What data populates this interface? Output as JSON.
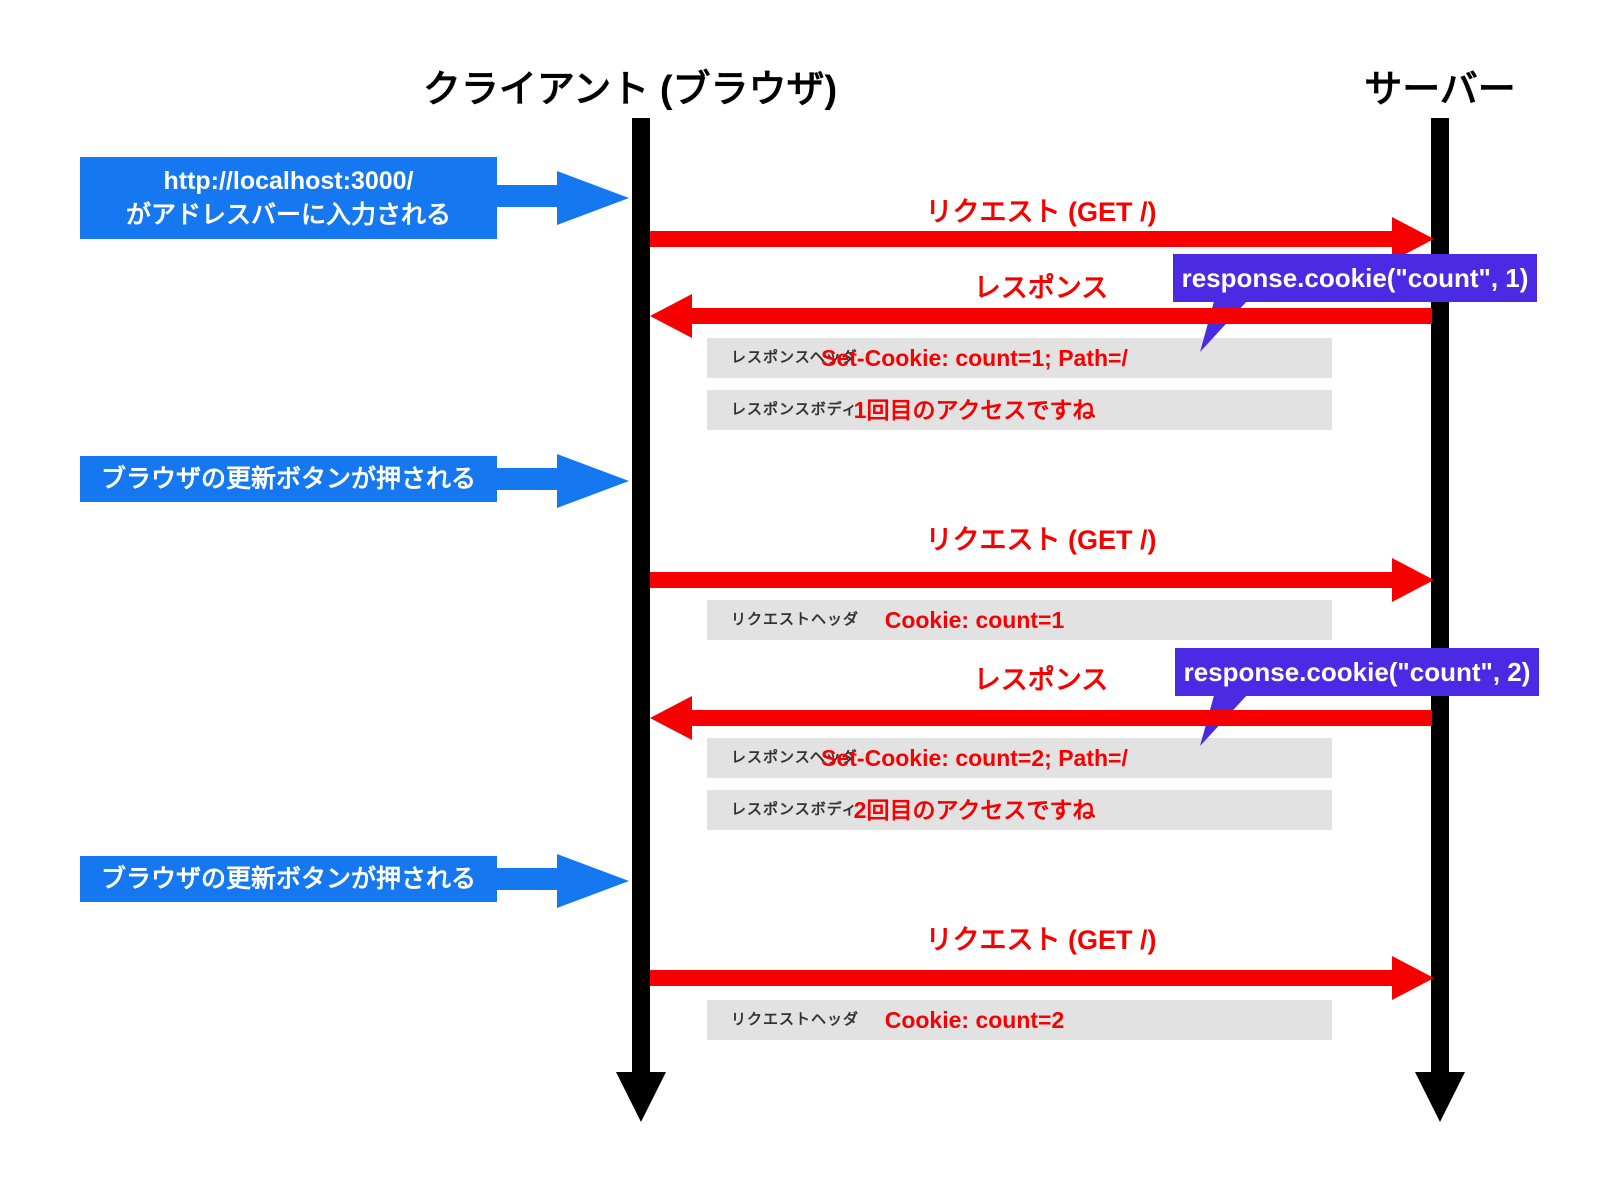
{
  "diagram": {
    "type": "sequence-diagram",
    "topic": "HTTP cookie counter flow",
    "colors": {
      "event_blue": "#1578F0",
      "message_red": "#F60000",
      "callout_purple": "#4A2AE3",
      "detail_gray": "#E2E2E2",
      "lifeline_black": "#000000"
    },
    "actors": {
      "client": "クライアント (ブラウザ)",
      "server": "サーバー"
    },
    "events": [
      {
        "line1": "http://localhost:3000/",
        "line2": "がアドレスバーに入力される"
      },
      {
        "line1": "ブラウザの更新ボタンが押される"
      },
      {
        "line1": "ブラウザの更新ボタンが押される"
      }
    ],
    "messages": [
      {
        "kind": "request",
        "label": "リクエスト (GET /)"
      },
      {
        "kind": "response",
        "label": "レスポンス",
        "callout": "response.cookie(\"count\", 1)"
      },
      {
        "kind": "request",
        "label": "リクエスト (GET /)"
      },
      {
        "kind": "response",
        "label": "レスポンス",
        "callout": "response.cookie(\"count\", 2)"
      },
      {
        "kind": "request",
        "label": "リクエスト (GET /)"
      }
    ],
    "details": [
      {
        "label": "レスポンスヘッダ",
        "value": "Set-Cookie: count=1; Path=/"
      },
      {
        "label": "レスポンスボディ",
        "value": "1回目のアクセスですね"
      },
      {
        "label": "リクエストヘッダ",
        "value": "Cookie: count=1"
      },
      {
        "label": "レスポンスヘッダ",
        "value": "Set-Cookie: count=2; Path=/"
      },
      {
        "label": "レスポンスボディ",
        "value": "2回目のアクセスですね"
      },
      {
        "label": "リクエストヘッダ",
        "value": "Cookie: count=2"
      }
    ]
  }
}
